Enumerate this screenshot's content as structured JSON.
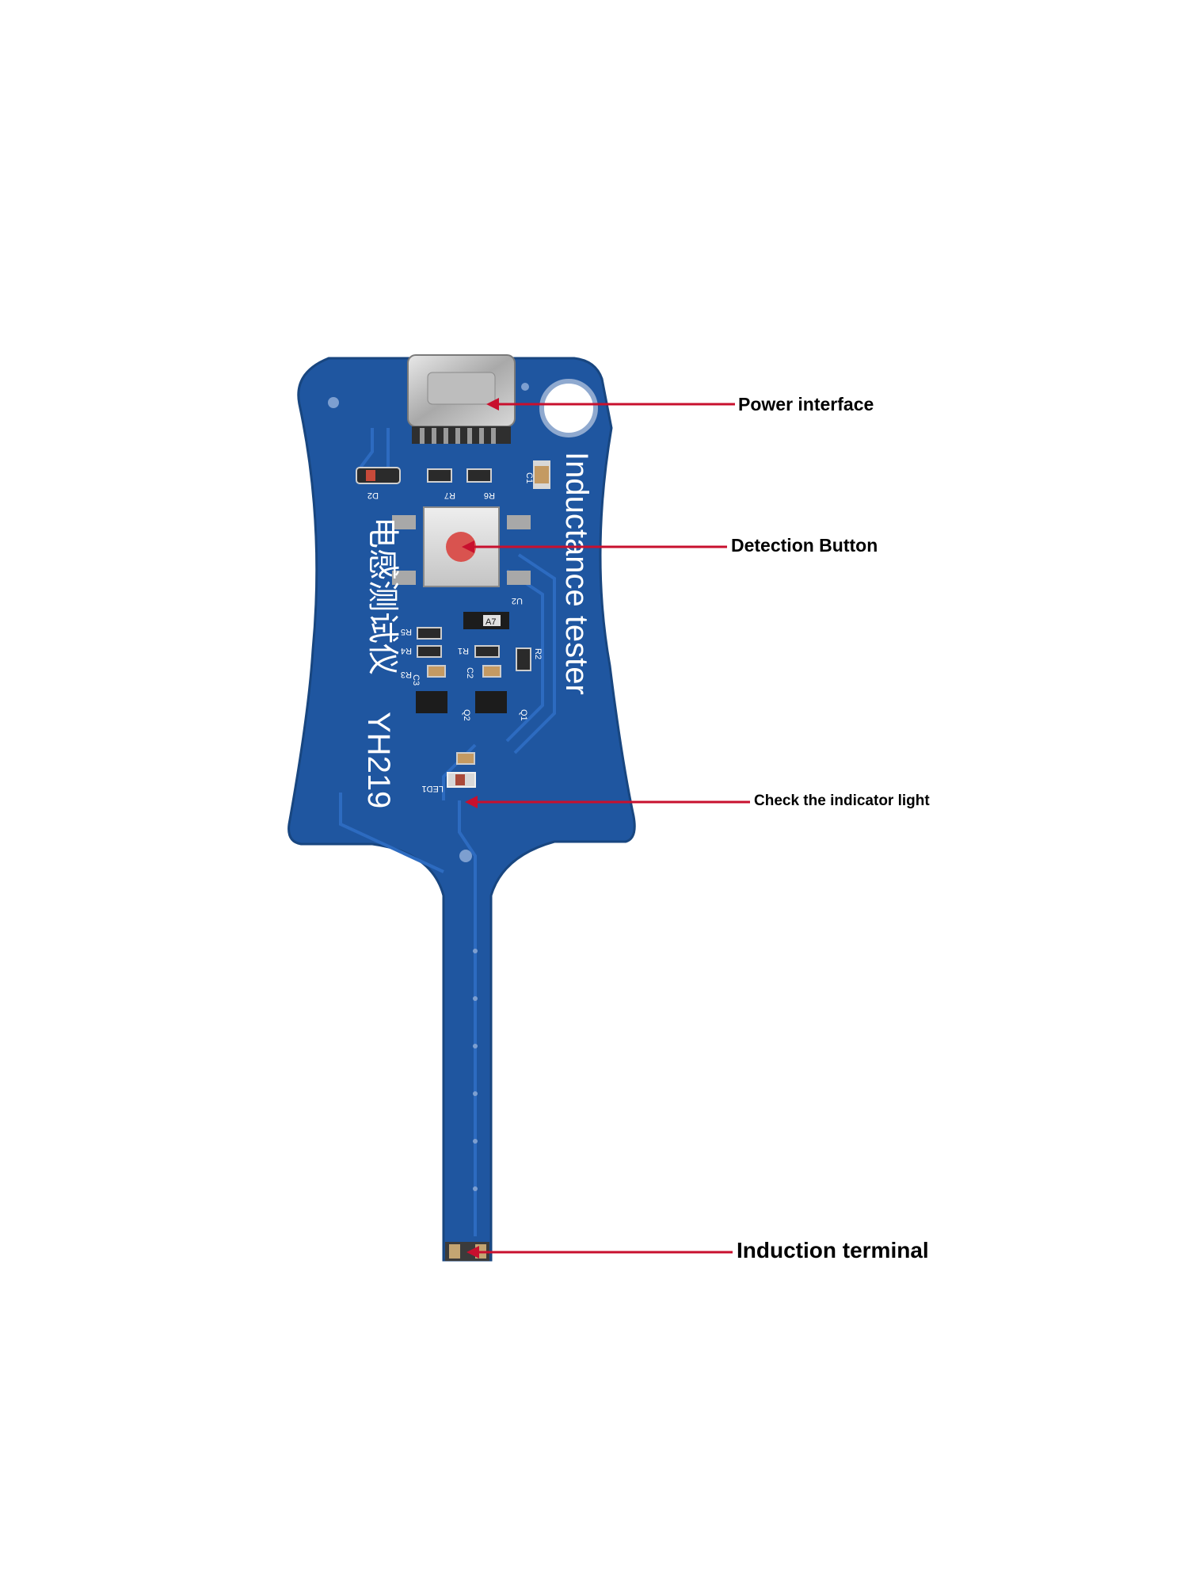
{
  "board": {
    "title_en": "Inductance tester",
    "title_cn": "电感测试仪",
    "model": "YH219",
    "pcb_color": "#1f56a0",
    "silkscreen_refs": [
      "D2",
      "R7",
      "R6",
      "C1",
      "U2",
      "R5",
      "R4",
      "R3",
      "R2",
      "R1",
      "C3",
      "C2",
      "Q2",
      "Q1",
      "LED1"
    ],
    "chip_marking": "A7"
  },
  "callouts": {
    "power": "Power interface",
    "detection": "Detection Button",
    "indicator": "Check the indicator light",
    "terminal": "Induction terminal",
    "arrow_color": "#c8102e"
  }
}
